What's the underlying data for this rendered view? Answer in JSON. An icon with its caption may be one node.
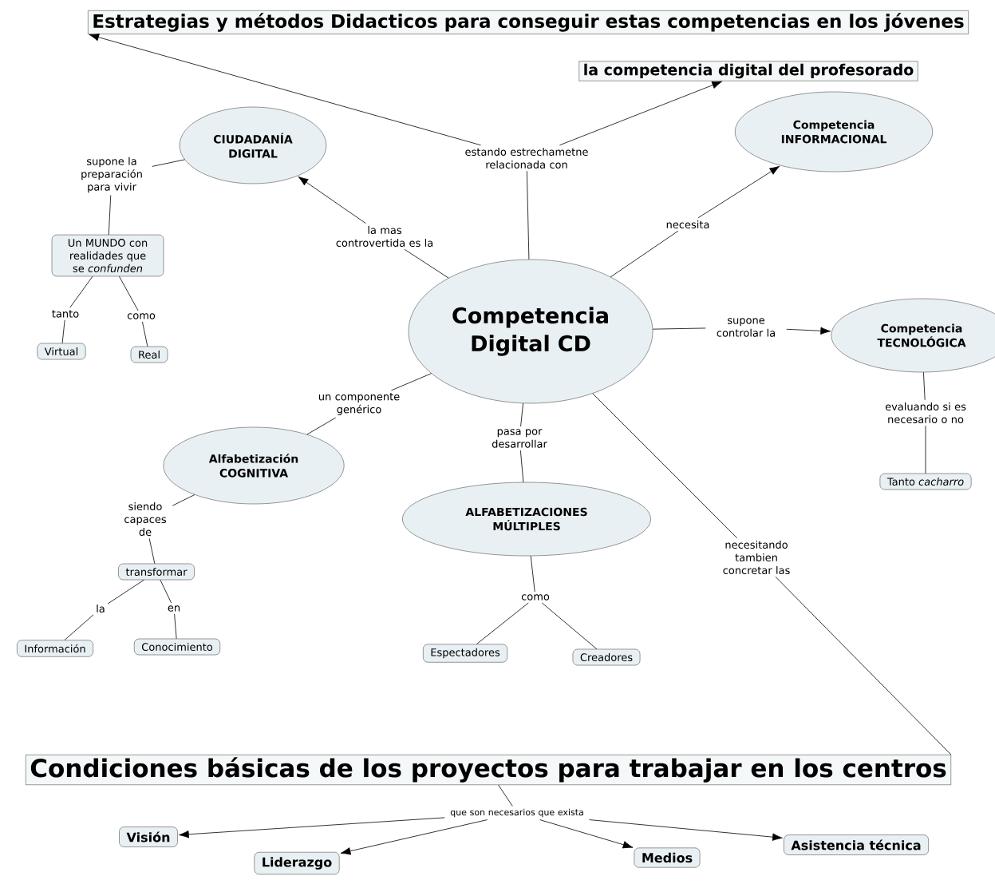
{
  "diagram": {
    "nodes": [
      {
        "text": [
          "Estrategias y métodos Didacticos para conseguir estas competencias en los jóvenes"
        ]
      },
      {
        "text": [
          "la competencia digital del profesorado"
        ]
      },
      {
        "text": [
          "CIUDADANÍA DIGITAL"
        ]
      },
      {
        "text": [
          "Competencia INFORMACIONAL"
        ]
      },
      {
        "text": [
          "estando estrechametne relacionada con"
        ]
      },
      {
        "text": [
          "supone la preparación para vivir"
        ]
      },
      {
        "text": [
          "Un MUNDO con realidades que se *confunden*"
        ]
      },
      {
        "text": [
          "la mas controvertida es la"
        ]
      },
      {
        "text": [
          "necesita"
        ]
      },
      {
        "text": [
          "Competencia Digital CD"
        ]
      },
      {
        "text": [
          "tanto"
        ]
      },
      {
        "text": [
          "como"
        ]
      },
      {
        "text": [
          "Virtual"
        ]
      },
      {
        "text": [
          "Real"
        ]
      },
      {
        "text": [
          "supone controlar la"
        ]
      },
      {
        "text": [
          "Competencia TECNOLÓGICA"
        ]
      },
      {
        "text": [
          "un componente genérico"
        ]
      },
      {
        "text": [
          "pasa por desarrollar"
        ]
      },
      {
        "text": [
          "evaluando si es necesario o no"
        ]
      },
      {
        "text": [
          "Alfabetización COGNITIVA"
        ]
      },
      {
        "text": [
          "ALFABETIZACIONES MÚLTIPLES"
        ]
      },
      {
        "text": [
          "siendo capaces de"
        ]
      },
      {
        "text": [
          "Tanto *cacharro*"
        ]
      },
      {
        "text": [
          "necesitando tambien concretar las"
        ]
      },
      {
        "text": [
          "transformar"
        ]
      },
      {
        "text": [
          "la"
        ]
      },
      {
        "text": [
          "en"
        ]
      },
      {
        "text": [
          "como"
        ]
      },
      {
        "text": [
          "Información"
        ]
      },
      {
        "text": [
          "Conocimiento"
        ]
      },
      {
        "text": [
          "Espectadores"
        ]
      },
      {
        "text": [
          "Creadores"
        ]
      },
      {
        "text": [
          "Condiciones básicas de los proyectos para trabajar en los centros"
        ]
      },
      {
        "text": [
          "que son necesarios que exista"
        ]
      },
      {
        "text": [
          "Visión"
        ]
      },
      {
        "text": [
          "Liderazgo"
        ]
      },
      {
        "text": [
          "Medios"
        ]
      },
      {
        "text": [
          "Asistencia técnica"
        ]
      }
    ],
    "edges": [
      {
        "from": 9,
        "to": 4,
        "arrow": "none"
      },
      {
        "from": 4,
        "to": 0,
        "arrow": "to"
      },
      {
        "from": 4,
        "to": 1,
        "arrow": "to"
      },
      {
        "from": 2,
        "to": 5,
        "arrow": "none"
      },
      {
        "from": 5,
        "to": 6,
        "arrow": "none"
      },
      {
        "from": 9,
        "to": 7,
        "arrow": "none"
      },
      {
        "from": 7,
        "to": 2,
        "arrow": "to"
      },
      {
        "from": 9,
        "to": 8,
        "arrow": "none"
      },
      {
        "from": 8,
        "to": 3,
        "arrow": "to"
      },
      {
        "from": 6,
        "to": 10,
        "arrow": "none"
      },
      {
        "from": 10,
        "to": 12,
        "arrow": "none"
      },
      {
        "from": 6,
        "to": 11,
        "arrow": "none"
      },
      {
        "from": 11,
        "to": 13,
        "arrow": "none"
      },
      {
        "from": 9,
        "to": 14,
        "arrow": "none"
      },
      {
        "from": 14,
        "to": 15,
        "arrow": "to"
      },
      {
        "from": 9,
        "to": 16,
        "arrow": "none"
      },
      {
        "from": 16,
        "to": 19,
        "arrow": "none"
      },
      {
        "from": 9,
        "to": 17,
        "arrow": "none"
      },
      {
        "from": 17,
        "to": 20,
        "arrow": "none"
      },
      {
        "from": 15,
        "to": 18,
        "arrow": "none"
      },
      {
        "from": 18,
        "to": 22,
        "arrow": "none"
      },
      {
        "from": 19,
        "to": 21,
        "arrow": "none"
      },
      {
        "from": 21,
        "to": 24,
        "arrow": "none"
      },
      {
        "from": 9,
        "to": 23,
        "arrow": "none"
      },
      {
        "from": 23,
        "to": 32,
        "arrow": "none"
      },
      {
        "from": 24,
        "to": 25,
        "arrow": "none"
      },
      {
        "from": 25,
        "to": 28,
        "arrow": "none"
      },
      {
        "from": 24,
        "to": 26,
        "arrow": "none"
      },
      {
        "from": 26,
        "to": 29,
        "arrow": "none"
      },
      {
        "from": 20,
        "to": 27,
        "arrow": "none"
      },
      {
        "from": 27,
        "to": 30,
        "arrow": "none"
      },
      {
        "from": 27,
        "to": 31,
        "arrow": "none"
      },
      {
        "from": 32,
        "to": 33,
        "arrow": "none"
      },
      {
        "from": 33,
        "to": 34,
        "arrow": "to"
      },
      {
        "from": 33,
        "to": 35,
        "arrow": "to"
      },
      {
        "from": 33,
        "to": 36,
        "arrow": "to"
      },
      {
        "from": 33,
        "to": 37,
        "arrow": "to"
      }
    ]
  }
}
